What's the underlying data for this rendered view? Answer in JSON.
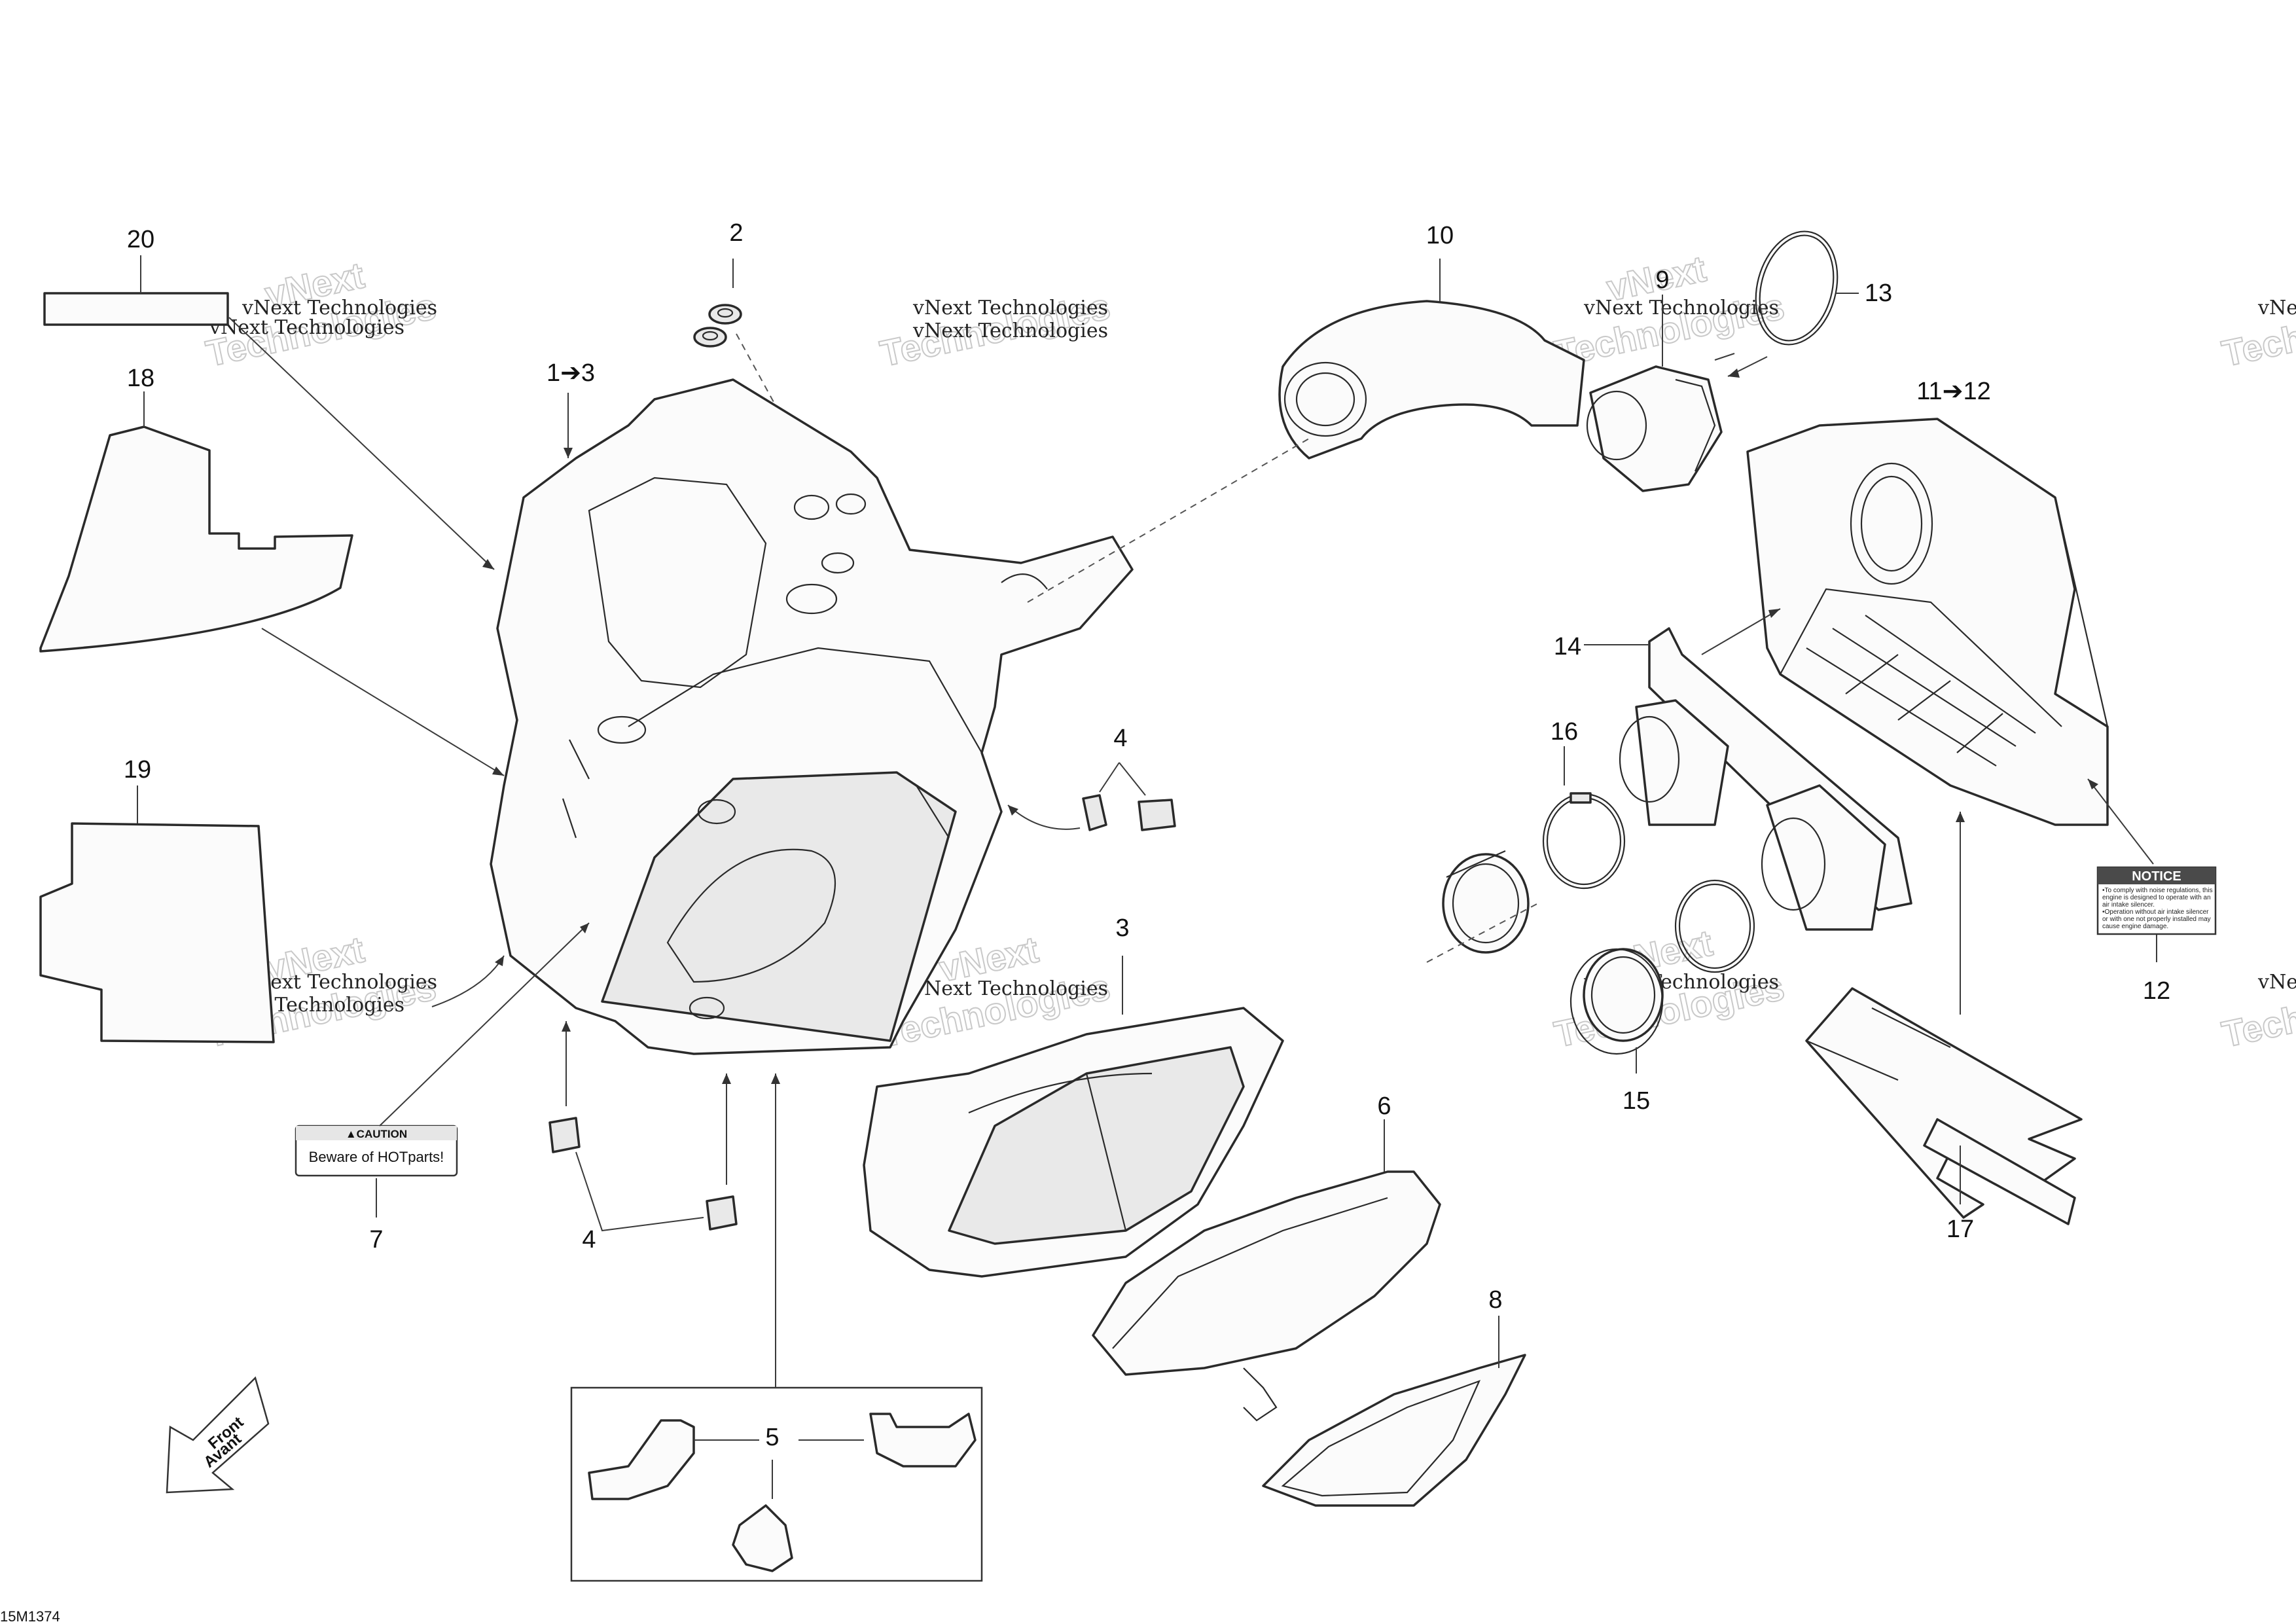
{
  "diagram_code": "15M1374",
  "watermark": {
    "line1": "vNext Technologies",
    "big1": "vNext",
    "big2": "Technologies"
  },
  "front_arrow": {
    "line1": "Front",
    "line2": "Avant"
  },
  "caution_label": {
    "header": "▲CAUTION",
    "text": "Beware of HOTparts!"
  },
  "notice_label": {
    "header": "NOTICE",
    "lines": [
      "•To comply with noise regulations, this",
      "engine is designed to operate with an",
      "air intake silencer.",
      "•Operation without air intake silencer",
      "or with one not properly installed may",
      "cause engine damage."
    ]
  },
  "callouts": {
    "c20": "20",
    "c2": "2",
    "c10": "10",
    "c9": "9",
    "c13": "13",
    "c18": "18",
    "c1to3": "1➔3",
    "c11to12": "11➔12",
    "c14": "14",
    "c4a": "4",
    "c16": "16",
    "c19": "19",
    "c3": "3",
    "c12": "12",
    "c15": "15",
    "c6": "6",
    "c7": "7",
    "c4b": "4",
    "c17": "17",
    "c8": "8",
    "c5": "5"
  }
}
